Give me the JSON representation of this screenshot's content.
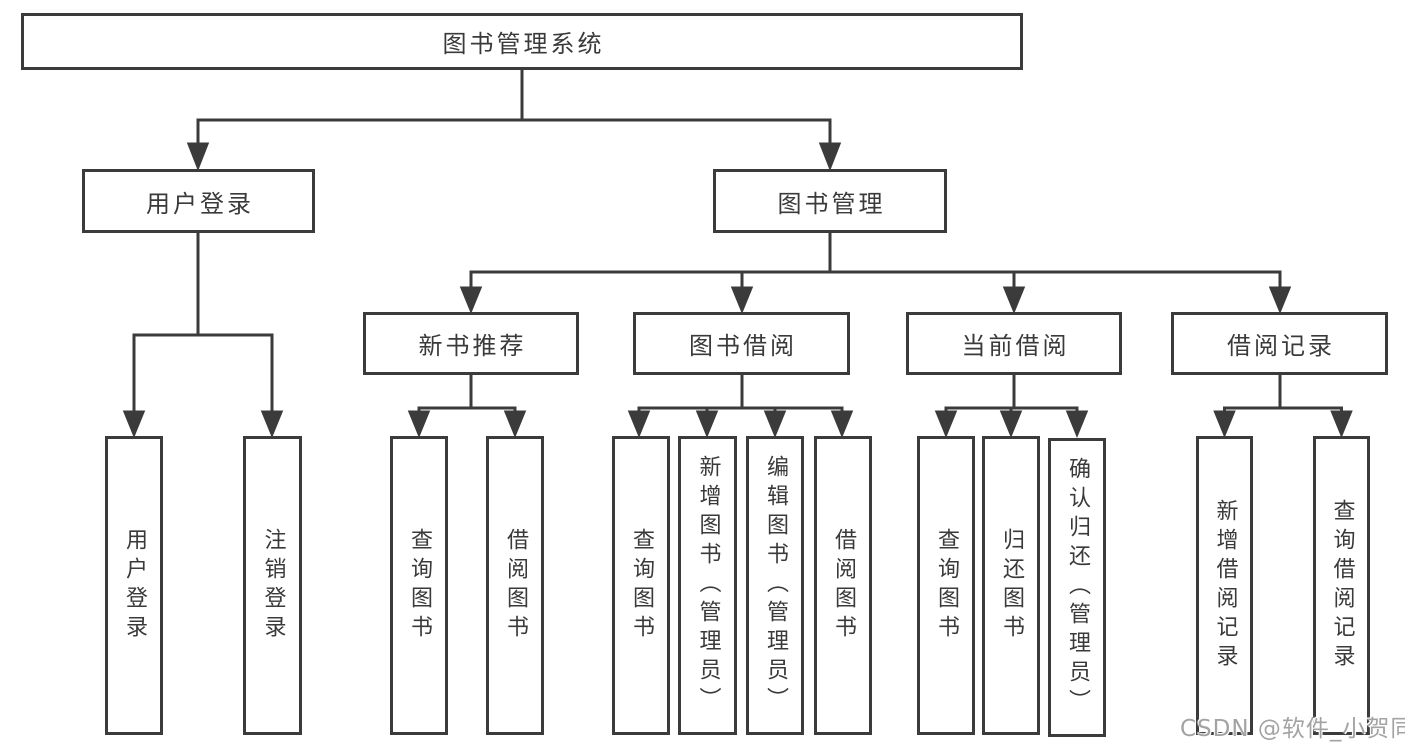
{
  "title": "图书管理系统",
  "watermark": "CSDN @软件_小贺同学",
  "colors": {
    "line": "#3b3b3b",
    "text": "#3a3a3a",
    "box_fill": "#ffffff",
    "background": "#ffffff",
    "watermark_text": "#a3a3a3"
  },
  "tree": {
    "user_login": {
      "label": "用户登录",
      "children": [
        {
          "label": "用户登录"
        },
        {
          "label": "注销登录"
        }
      ]
    },
    "book_management": {
      "label": "图书管理",
      "groups": [
        {
          "label": "新书推荐",
          "children": [
            {
              "label": "查询图书"
            },
            {
              "label": "借阅图书"
            }
          ]
        },
        {
          "label": "图书借阅",
          "children": [
            {
              "label": "查询图书"
            },
            {
              "label": "新增图书（管理员）"
            },
            {
              "label": "编辑图书（管理员）"
            },
            {
              "label": "借阅图书"
            }
          ]
        },
        {
          "label": "当前借阅",
          "children": [
            {
              "label": "查询图书"
            },
            {
              "label": "归还图书"
            },
            {
              "label": "确认归还（管理员）"
            }
          ]
        },
        {
          "label": "借阅记录",
          "children": [
            {
              "label": "新增借阅记录"
            },
            {
              "label": "查询借阅记录"
            }
          ]
        }
      ]
    }
  }
}
